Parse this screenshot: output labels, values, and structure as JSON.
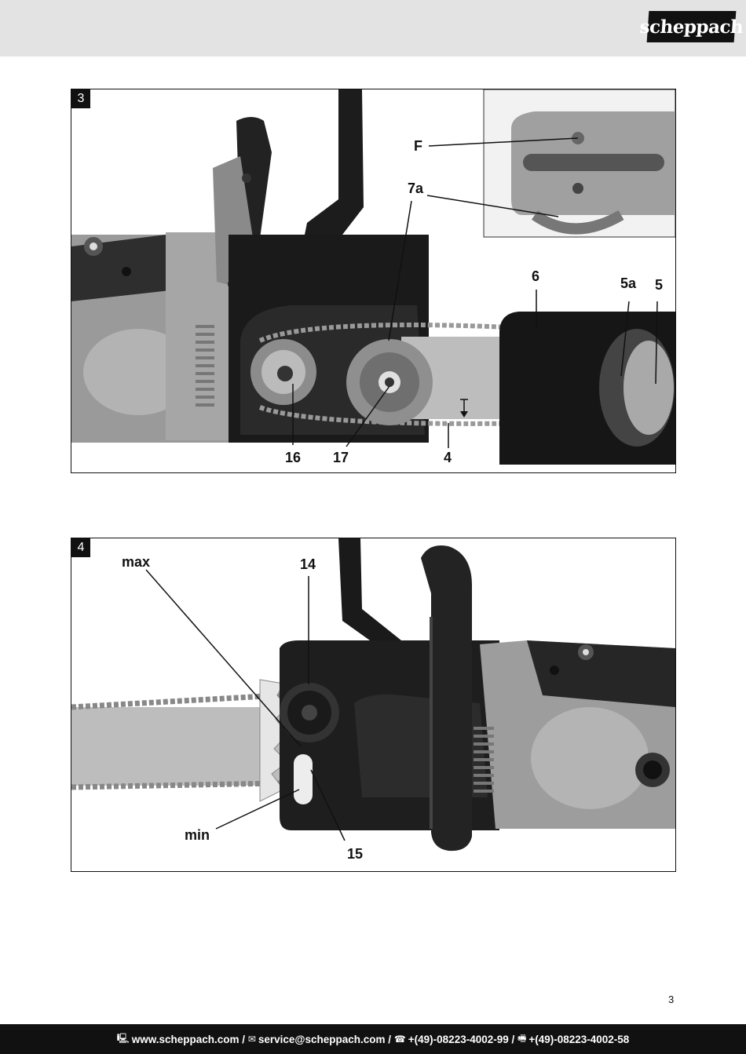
{
  "brand": {
    "logo_text": "scheppach"
  },
  "figure3": {
    "number": "3",
    "labels": {
      "F": "F",
      "7a": "7a",
      "6": "6",
      "5a": "5a",
      "5": "5",
      "16": "16",
      "17": "17",
      "4": "4"
    }
  },
  "figure4": {
    "number": "4",
    "labels": {
      "max": "max",
      "14": "14",
      "min": "min",
      "15": "15"
    }
  },
  "page_number": "3",
  "footer": {
    "website": "www.scheppach.com /",
    "email": "service@scheppach.com /",
    "phone": "+(49)-08223-4002-99 /",
    "fax": "+(49)-08223-4002-58"
  },
  "colors": {
    "header_band": "#e3e3e3",
    "footer_bar": "#111111"
  }
}
